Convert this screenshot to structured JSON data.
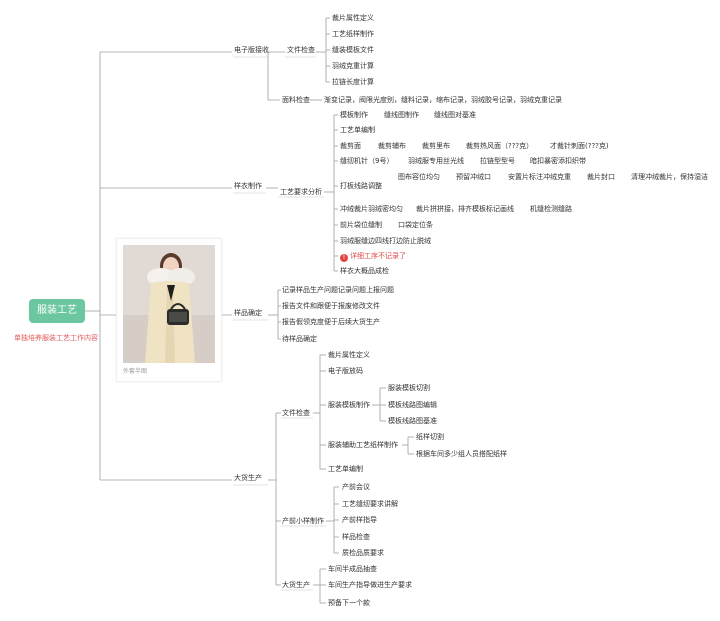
{
  "root": {
    "title": "服装工艺",
    "note": "单独培养服装工艺工作内容"
  },
  "image_caption": "外套半图",
  "branch_electronic": "电子版接收",
  "file_check_1": "文件检查",
  "file_items_1": [
    "裁片属性定义",
    "工艺纸样制作",
    "缝装模板文件",
    "羽绒克重计算",
    "拉链长度计算"
  ],
  "fabric_check": "面料检查",
  "fabric_items": "渐变记录，阀限光度别，缝料记录，缩布记录，羽绒胶号记录，羽绒克重记录",
  "sample_making": "样衣制作",
  "process_analysis": "工艺要求分析",
  "template_row": [
    "模板制作",
    "缝线图制作",
    "缝线图对基准"
  ],
  "process_sheet": "工艺单编制",
  "needle_row": [
    "裁剪面",
    "裁剪辅布",
    "裁剪里布",
    "裁剪热风面（???克）",
    "才裁针刺面(???克)"
  ],
  "seam_row": [
    "缝纫机针（9号）",
    "羽绒服专用丝光线",
    "拉链型型号",
    "暗扣暴密添扣织带"
  ],
  "check_label": "打板线路调整",
  "check_items": [
    "图布容位均匀",
    "预留冲绒口",
    "安置片标注冲绒克重",
    "裁片封口",
    "清理冲绒裁片，保持湿洁"
  ],
  "punch_row": [
    "冲绒裁片羽绒密均匀",
    "裁片拼拼接，排齐模板标记画线",
    "机缝检测缝路"
  ],
  "front_marker": "前片袋位缝制",
  "mouth_marker": "口袋定位条",
  "feather_check": "羽绒服缝边四线打边防止脱绒",
  "warning": "详细工序不记录了",
  "finished_inspect": "样衣大概品成检",
  "sample_confirm": "样品确定",
  "confirm_items": [
    "记录样品生产问题记录问题上报问题",
    "报告文件和跟便于报废修改文件",
    "报告假领克度便于后续大货生产",
    "待样品确定"
  ],
  "mass_production": "大货生产",
  "file_check_2": "文件检查",
  "file_items_2": [
    "裁片属性定义",
    "电子版放码"
  ],
  "template_making": "服装模板制作",
  "template_items": [
    "服装模板切割",
    "模板线路图编辑",
    "模板线路图基准"
  ],
  "aux_pattern": "服装辅助工艺纸样制作",
  "aux_items": [
    "纸样切割",
    "根据车间多少组人员搭配纸样"
  ],
  "process_sheet_2": "工艺单编制",
  "pre_production": "产前小样制作",
  "pre_items": [
    "产前会议",
    "工艺缝纫要求讲解",
    "产前样指导",
    "样品检查",
    "质检品质要求"
  ],
  "bulk_production": "大货生产",
  "bulk_items": [
    "车间半成品抽查",
    "车间生产指导做进生产要求"
  ],
  "next_item": "预备下一个款"
}
